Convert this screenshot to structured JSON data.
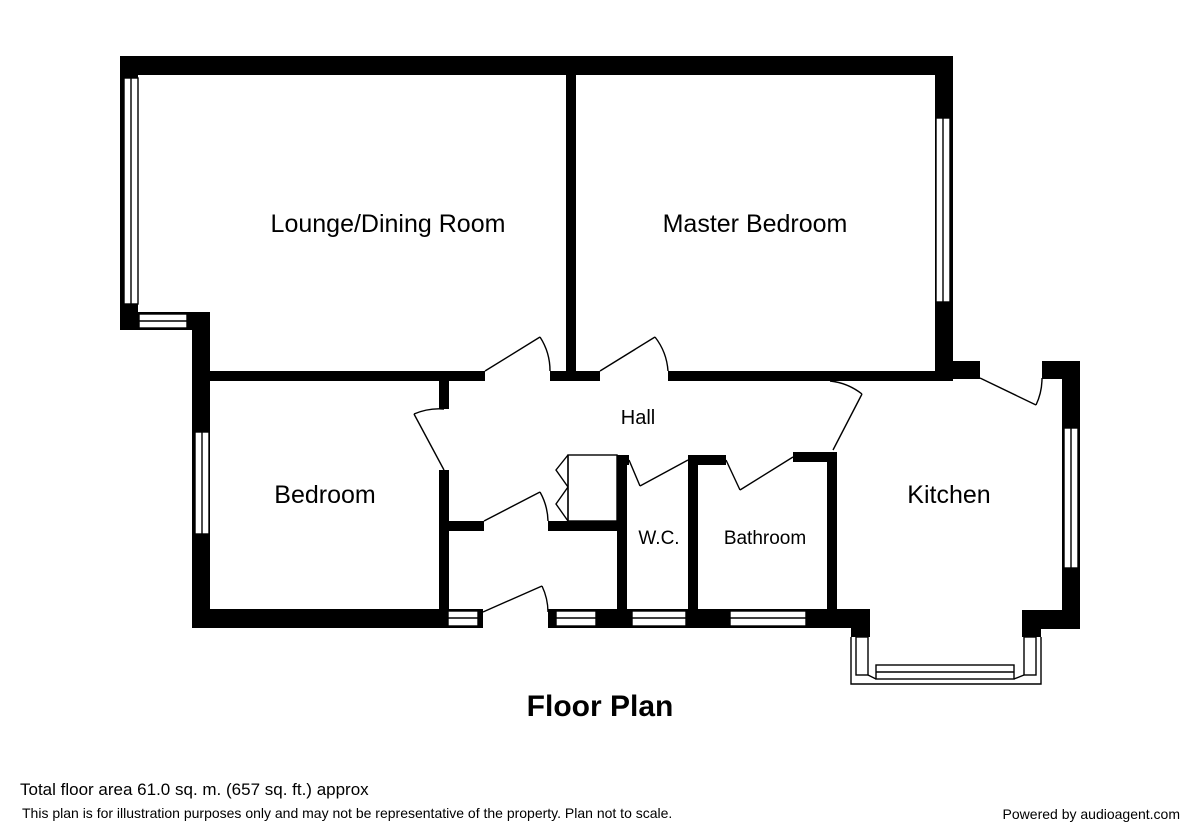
{
  "rooms": {
    "lounge": "Lounge/Dining Room",
    "master_bedroom": "Master Bedroom",
    "hall": "Hall",
    "bedroom": "Bedroom",
    "kitchen": "Kitchen",
    "wc": "W.C.",
    "bathroom": "Bathroom"
  },
  "title": "Floor Plan",
  "footer": {
    "area": "Total floor area 61.0 sq. m. (657 sq. ft.) approx",
    "disclaimer": "This plan is for illustration purposes only and may not be representative of the property. Plan not to scale.",
    "powered_by": "Powered by audioagent.com"
  }
}
